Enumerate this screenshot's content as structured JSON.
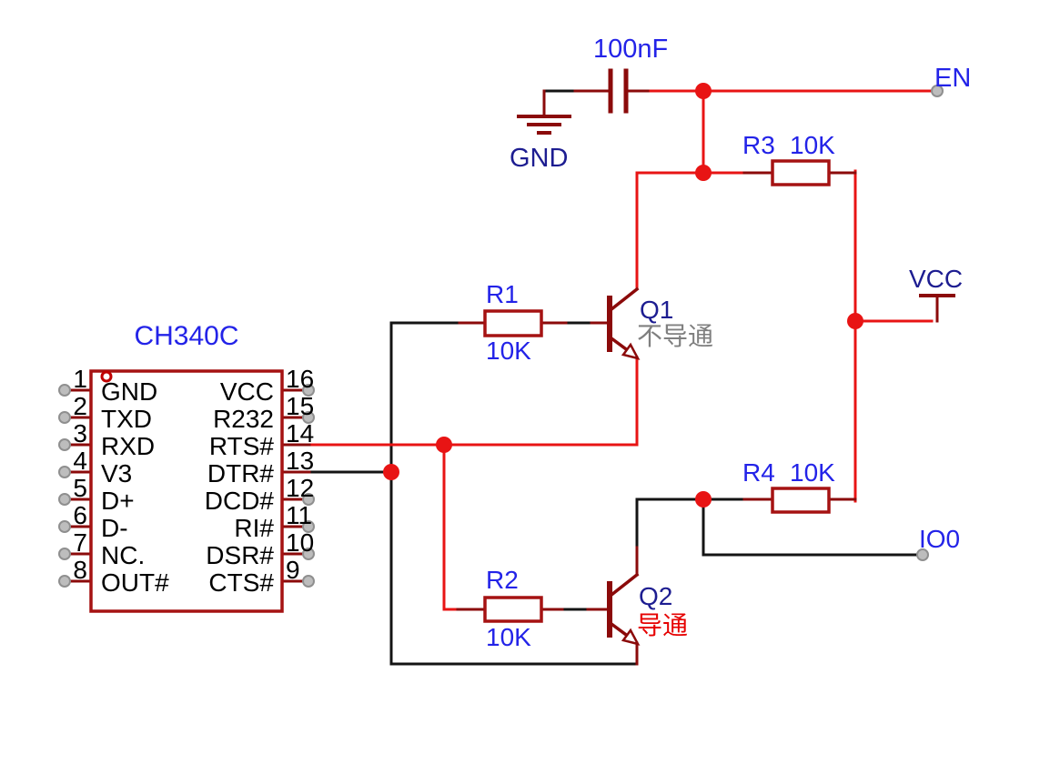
{
  "colors": {
    "bg": "#ffffff",
    "wire-red": "#e81414",
    "wire-black": "#141414",
    "comp-dark": "#8b0a0a",
    "comp-red": "#a51212",
    "blue": "#2323e8",
    "navy": "#1d1d91",
    "gray": "#7f7f7f",
    "status-red": "#e60000",
    "endpoint": "#bdbdbd",
    "endpoint-ring": "#8f8f8f"
  },
  "ic": {
    "title": "CH340C",
    "left_pins": [
      {
        "number": "1",
        "name": "GND"
      },
      {
        "number": "2",
        "name": "TXD"
      },
      {
        "number": "3",
        "name": "RXD"
      },
      {
        "number": "4",
        "name": "V3"
      },
      {
        "number": "5",
        "name": "D+"
      },
      {
        "number": "6",
        "name": "D-"
      },
      {
        "number": "7",
        "name": "NC."
      },
      {
        "number": "8",
        "name": "OUT#"
      }
    ],
    "right_pins": [
      {
        "number": "16",
        "name": "VCC"
      },
      {
        "number": "15",
        "name": "R232"
      },
      {
        "number": "14",
        "name": "RTS#"
      },
      {
        "number": "13",
        "name": "DTR#"
      },
      {
        "number": "12",
        "name": "DCD#"
      },
      {
        "number": "11",
        "name": "RI#"
      },
      {
        "number": "10",
        "name": "DSR#"
      },
      {
        "number": "9",
        "name": "CTS#"
      }
    ]
  },
  "components": {
    "c1": {
      "value": "100nF"
    },
    "r1": {
      "ref": "R1",
      "value": "10K"
    },
    "r2": {
      "ref": "R2",
      "value": "10K"
    },
    "r3": {
      "ref": "R3",
      "value": "10K"
    },
    "r4": {
      "ref": "R4",
      "value": "10K"
    },
    "q1": {
      "ref": "Q1",
      "status": "不导通",
      "status_color": "#7f7f7f"
    },
    "q2": {
      "ref": "Q2",
      "status": "导通",
      "status_color": "#e60000"
    }
  },
  "nets": {
    "gnd": "GND",
    "vcc": "VCC",
    "en": "EN",
    "io0": "IO0"
  }
}
